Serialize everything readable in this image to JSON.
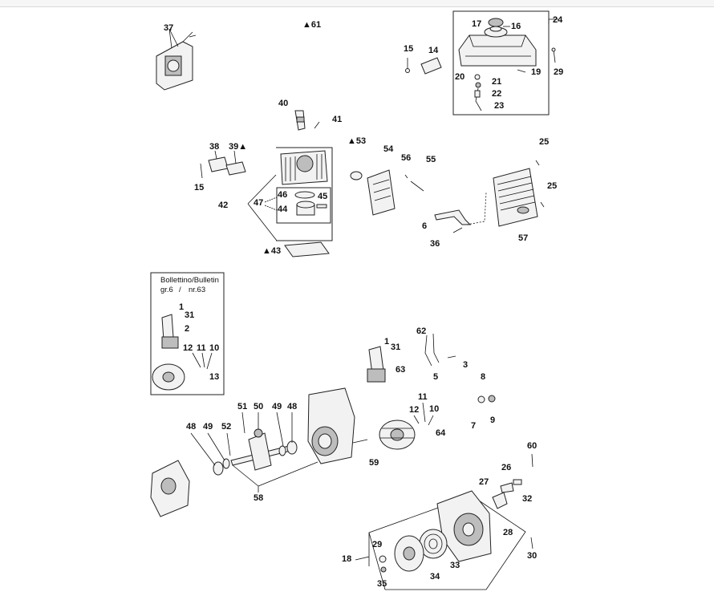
{
  "bulletin": {
    "title": "Bollettino/Bulletin",
    "ref_group": "gr.6",
    "ref_sep": "/",
    "ref_number": "nr.63"
  },
  "labels": {
    "p1a": "1",
    "p1b": "1",
    "p2": "2",
    "p3": "3",
    "p5": "5",
    "p6": "6",
    "p7": "7",
    "p8": "8",
    "p9": "9",
    "p10a": "10",
    "p10b": "10",
    "p11a": "11",
    "p11b": "11",
    "p12a": "12",
    "p12b": "12",
    "p13": "13",
    "p14": "14",
    "p15a": "15",
    "p15b": "15",
    "p16": "16",
    "p17": "17",
    "p18": "18",
    "p19": "19",
    "p20": "20",
    "p21": "21",
    "p22": "22",
    "p23": "23",
    "p24": "24",
    "p25a": "25",
    "p25b": "25",
    "p26": "26",
    "p27": "27",
    "p28": "28",
    "p29a": "29",
    "p29b": "29",
    "p30": "30",
    "p31a": "31",
    "p31b": "31",
    "p32": "32",
    "p33": "33",
    "p34": "34",
    "p35": "35",
    "p36": "36",
    "p37": "37",
    "p38": "38",
    "p39": "39▲",
    "p40": "40",
    "p41": "41",
    "p42": "42",
    "p43": "▲43",
    "p44": "44",
    "p45": "45",
    "p46": "46",
    "p47": "47",
    "p48a": "48",
    "p48b": "48",
    "p49a": "49",
    "p49b": "49",
    "p50": "50",
    "p51": "51",
    "p52": "52",
    "p53": "▲53",
    "p54": "54",
    "p55": "55",
    "p56": "56",
    "p57": "57",
    "p58": "58",
    "p59": "59",
    "p60": "60",
    "p61": "▲61",
    "p62": "62",
    "p63": "63",
    "p64": "64"
  }
}
